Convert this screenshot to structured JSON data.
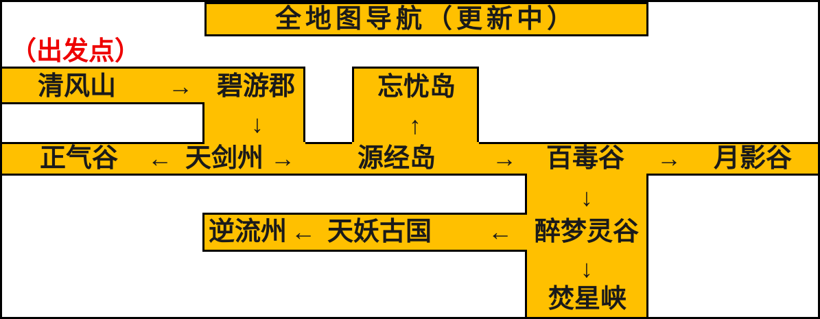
{
  "colors": {
    "background": "#FFFFFF",
    "block_fill": "#FFC000",
    "border": "#000000",
    "text": "#1A1A1A",
    "start_label": "#EE0000"
  },
  "banner": {
    "title": "全地图导航（更新中）"
  },
  "start_point": {
    "label": "（出发点）"
  },
  "nodes": {
    "qingfengshan": {
      "label": "清风山"
    },
    "biyoujun": {
      "label": "碧游郡"
    },
    "wangyoudao": {
      "label": "忘忧岛"
    },
    "zhengqigu": {
      "label": "正气谷"
    },
    "tianjianzhou": {
      "label": "天剑州"
    },
    "yuanjingdao": {
      "label": "源经岛"
    },
    "baidugu": {
      "label": "百毒谷"
    },
    "yueyinggu": {
      "label": "月影谷"
    },
    "niliuzhou": {
      "label": "逆流州"
    },
    "tianyaoguguo": {
      "label": "天妖古国"
    },
    "zuimenglinggu": {
      "label": "醉梦灵谷"
    },
    "fenxingxia": {
      "label": "焚星峡"
    }
  },
  "arrows": {
    "right": "→",
    "left": "←",
    "up": "↑",
    "down": "↓"
  }
}
